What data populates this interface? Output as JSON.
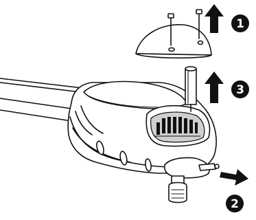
{
  "steps": [
    {
      "number": "1",
      "direction": "up"
    },
    {
      "number": "2",
      "direction": "right"
    },
    {
      "number": "3",
      "direction": "up"
    }
  ],
  "colors": {
    "ink": "#111111",
    "paper": "#ffffff",
    "shade": "#cfcfcf"
  }
}
